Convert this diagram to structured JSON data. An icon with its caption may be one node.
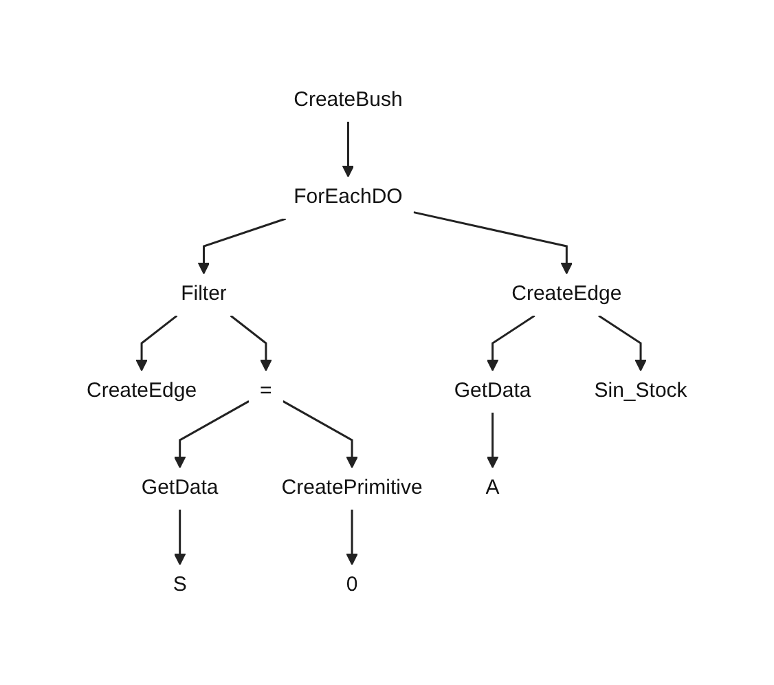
{
  "diagram": {
    "nodes": [
      {
        "text": [
          "CreateBush"
        ]
      },
      {
        "text": [
          "ForEachDO"
        ]
      },
      {
        "text": [
          "Filter"
        ]
      },
      {
        "text": [
          "CreateEdge"
        ]
      },
      {
        "text": [
          "CreateEdge"
        ]
      },
      {
        "text": [
          "="
        ]
      },
      {
        "text": [
          "GetData"
        ]
      },
      {
        "text": [
          "Sin_Stock"
        ]
      },
      {
        "text": [
          "GetData"
        ]
      },
      {
        "text": [
          "CreatePrimitive"
        ]
      },
      {
        "text": [
          "A"
        ]
      },
      {
        "text": [
          "S"
        ]
      },
      {
        "text": [
          "0"
        ]
      }
    ],
    "edges": [
      {
        "from": 0,
        "to": 1,
        "arrow": "to"
      },
      {
        "from": 1,
        "to": 2,
        "arrow": "to"
      },
      {
        "from": 1,
        "to": 3,
        "arrow": "to"
      },
      {
        "from": 2,
        "to": 4,
        "arrow": "to"
      },
      {
        "from": 2,
        "to": 5,
        "arrow": "to"
      },
      {
        "from": 3,
        "to": 6,
        "arrow": "to"
      },
      {
        "from": 3,
        "to": 7,
        "arrow": "to"
      },
      {
        "from": 5,
        "to": 8,
        "arrow": "to"
      },
      {
        "from": 5,
        "to": 9,
        "arrow": "to"
      },
      {
        "from": 6,
        "to": 10,
        "arrow": "to"
      },
      {
        "from": 8,
        "to": 11,
        "arrow": "to"
      },
      {
        "from": 9,
        "to": 12,
        "arrow": "to"
      }
    ]
  }
}
